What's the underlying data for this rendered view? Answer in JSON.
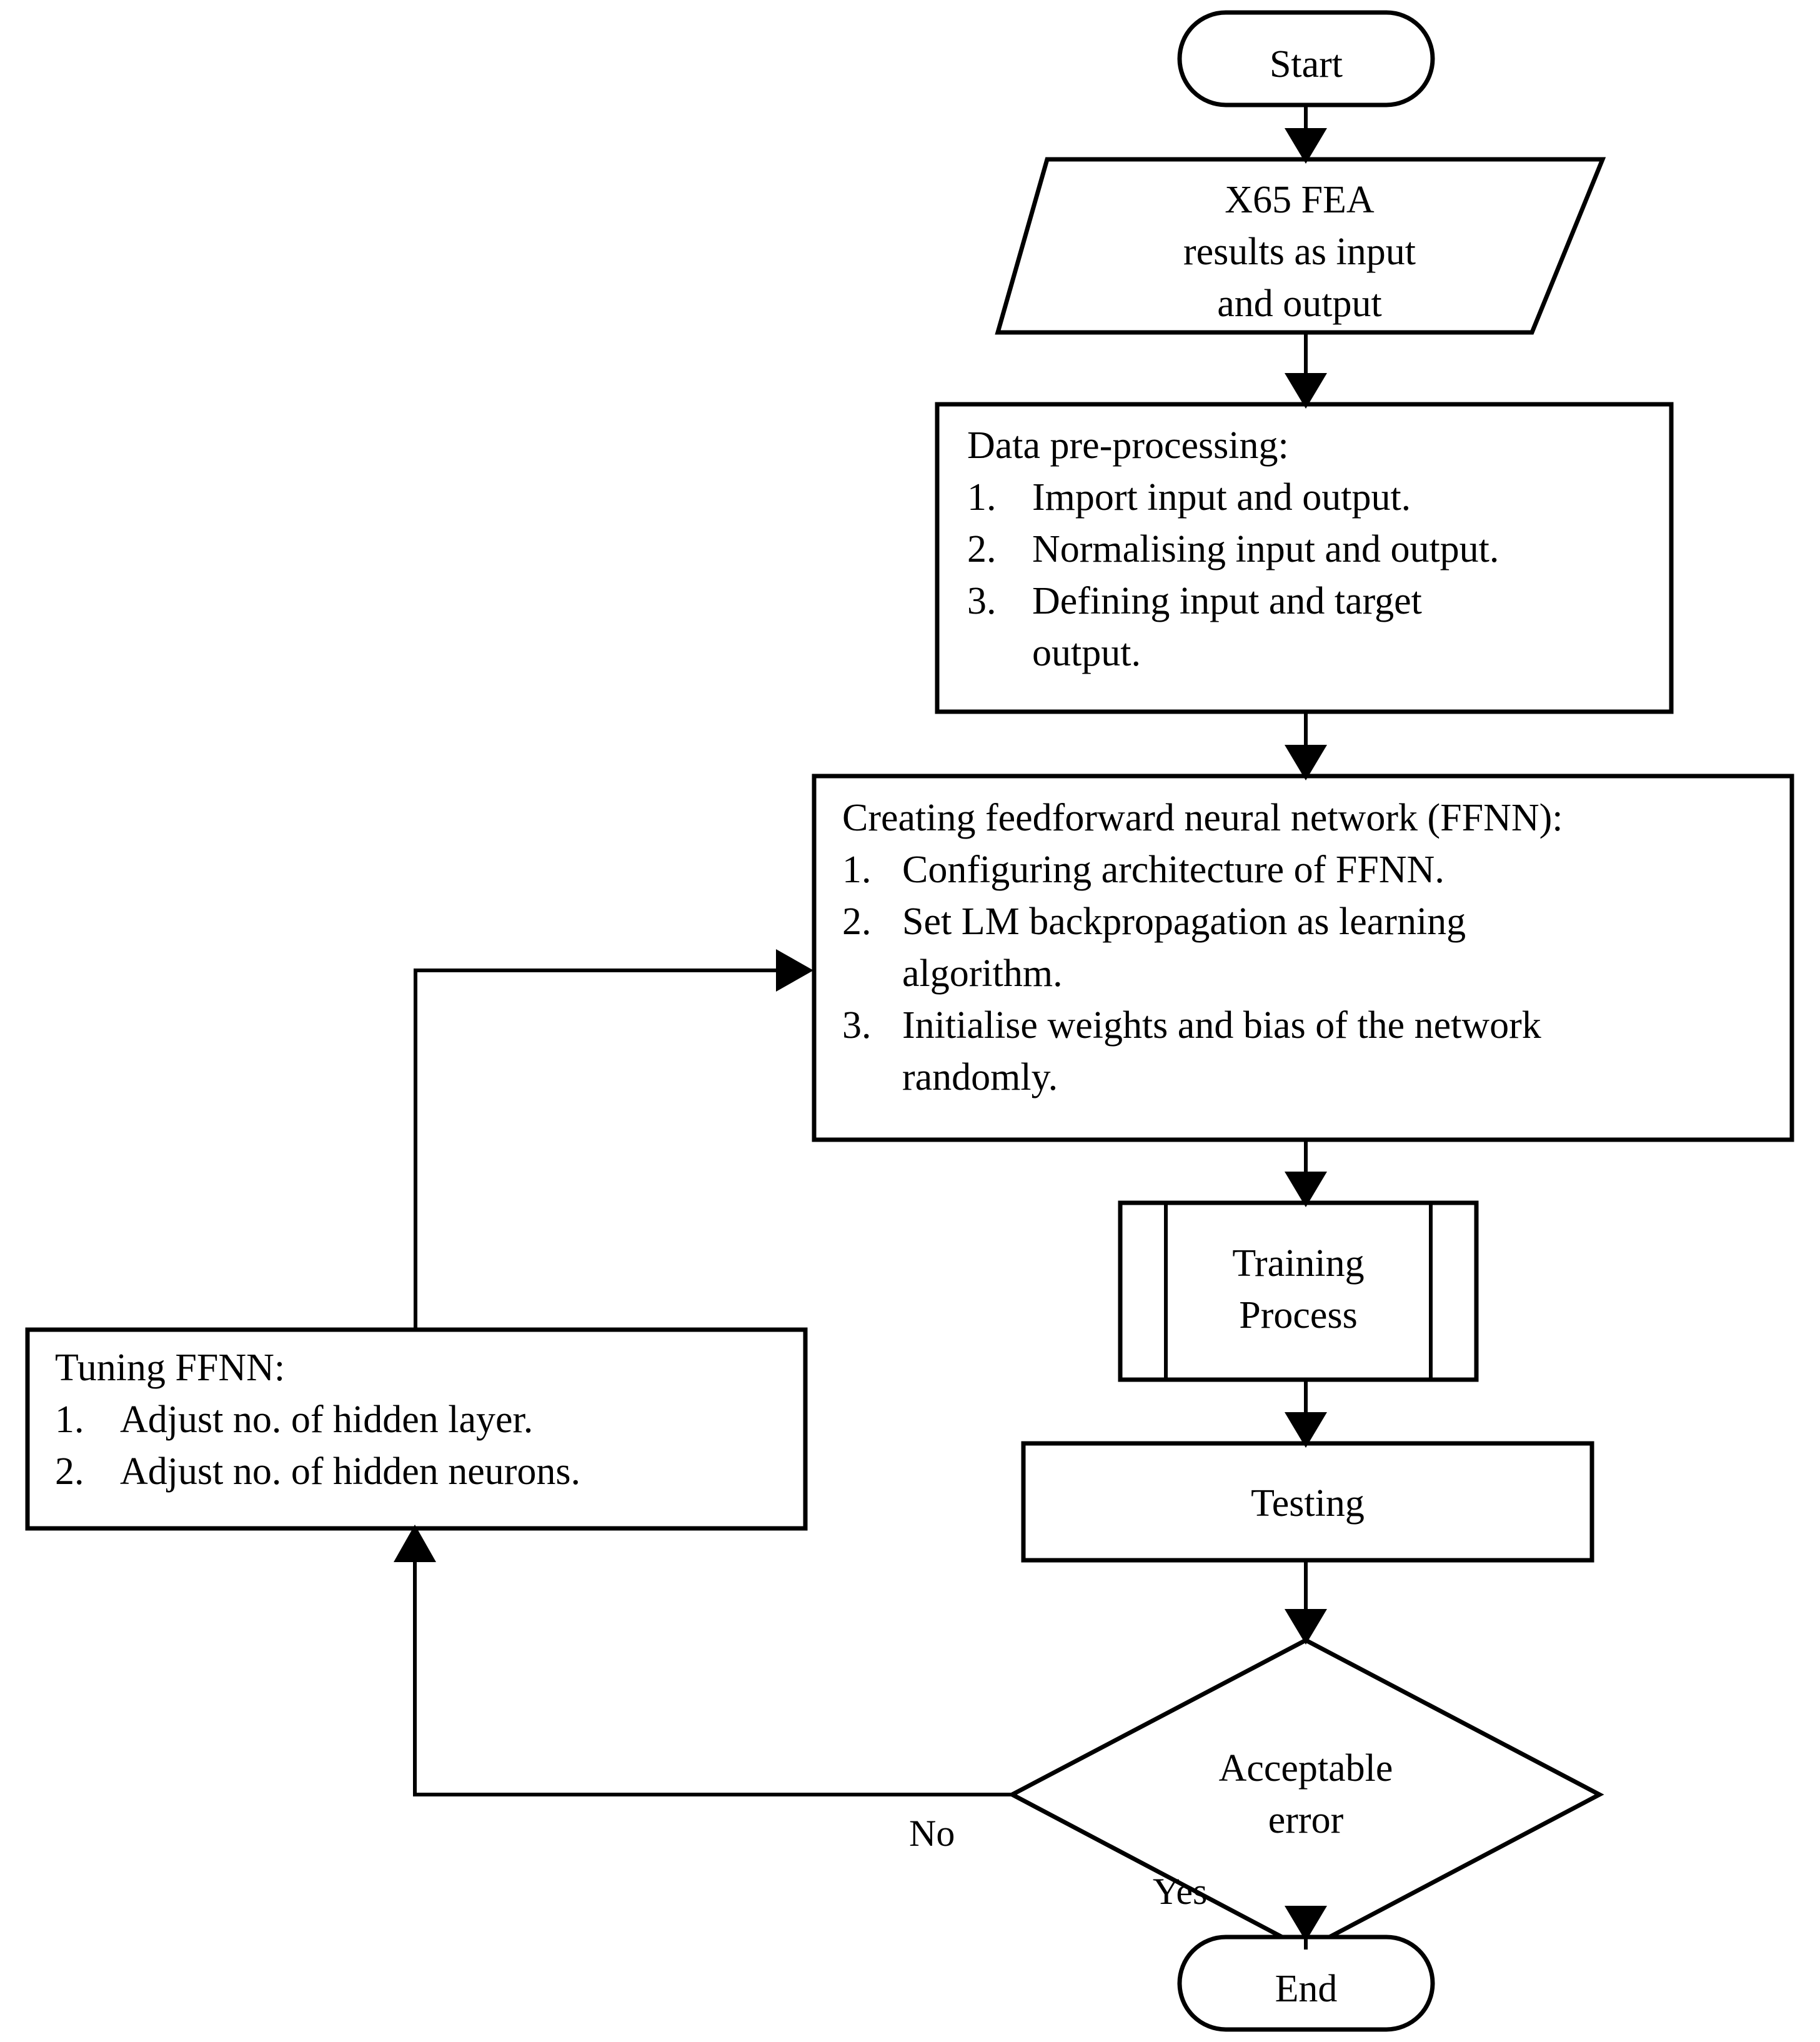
{
  "diagram": {
    "title": "FFNN training workflow flowchart",
    "stroke_color": "#000000",
    "fill_color": "#ffffff",
    "background_color": "#ffffff"
  },
  "nodes": {
    "start": {
      "shape": "terminator",
      "label": "Start"
    },
    "input_data": {
      "shape": "parallelogram-data",
      "lines": [
        "X65 FEA",
        "results as input",
        "and output"
      ]
    },
    "preprocessing": {
      "shape": "process",
      "heading": "Data pre-processing:",
      "items": [
        {
          "num": "1.",
          "text": "Import input and output."
        },
        {
          "num": "2.",
          "text": "Normalising input and output."
        },
        {
          "num": "3.",
          "text": "Defining input and target",
          "continuation": "output."
        }
      ]
    },
    "create_ffnn": {
      "shape": "process",
      "heading": "Creating feedforward neural network (FFNN):",
      "items": [
        {
          "num": "1.",
          "text": "Configuring architecture of FFNN."
        },
        {
          "num": "2.",
          "text": "Set LM backpropagation as learning",
          "continuation": "algorithm."
        },
        {
          "num": "3.",
          "text": "Initialise weights and bias of the network",
          "continuation": "randomly."
        }
      ]
    },
    "training": {
      "shape": "predefined-process",
      "lines": [
        "Training",
        "Process"
      ]
    },
    "testing": {
      "shape": "process",
      "label": "Testing"
    },
    "decision": {
      "shape": "decision",
      "lines": [
        "Acceptable",
        "error"
      ]
    },
    "tuning": {
      "shape": "process",
      "heading": "Tuning FFNN:",
      "items": [
        {
          "num": "1.",
          "text": "Adjust no. of hidden layer."
        },
        {
          "num": "2.",
          "text": "Adjust no. of hidden neurons."
        }
      ]
    },
    "end": {
      "shape": "terminator",
      "label": "End"
    }
  },
  "edges": [
    {
      "id": "start-to-input",
      "from": "start",
      "to": "input_data",
      "label": ""
    },
    {
      "id": "input-to-preprocessing",
      "from": "input_data",
      "to": "preprocessing",
      "label": ""
    },
    {
      "id": "preprocessing-to-createffnn",
      "from": "preprocessing",
      "to": "create_ffnn",
      "label": ""
    },
    {
      "id": "createffnn-to-training",
      "from": "create_ffnn",
      "to": "training",
      "label": ""
    },
    {
      "id": "training-to-testing",
      "from": "training",
      "to": "testing",
      "label": ""
    },
    {
      "id": "testing-to-decision",
      "from": "testing",
      "to": "decision",
      "label": ""
    },
    {
      "id": "decision-no-to-tuning",
      "from": "decision",
      "to": "tuning",
      "label": "No"
    },
    {
      "id": "tuning-to-createffnn",
      "from": "tuning",
      "to": "create_ffnn",
      "label": ""
    },
    {
      "id": "decision-yes-to-end",
      "from": "decision",
      "to": "end",
      "label": "Yes"
    }
  ],
  "edge_labels": {
    "no": "No",
    "yes": "Yes"
  }
}
